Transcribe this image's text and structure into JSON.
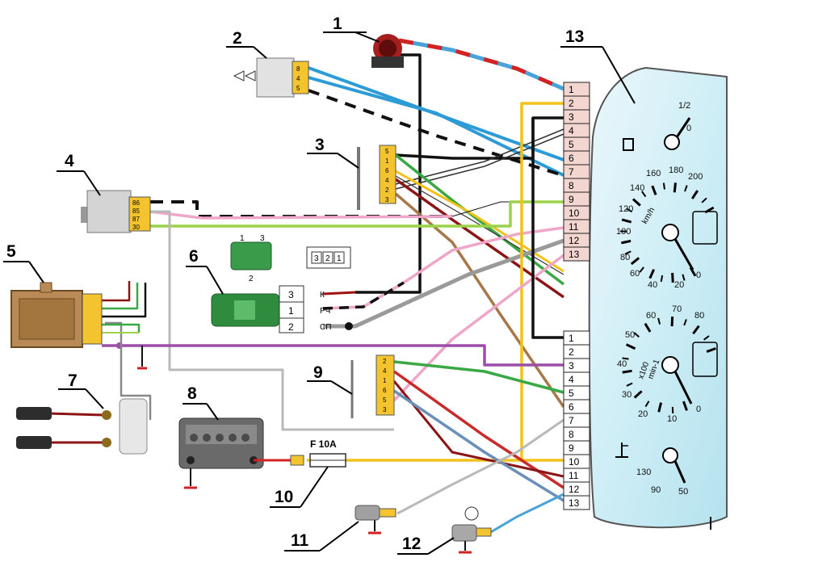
{
  "callouts": [
    "1",
    "2",
    "3",
    "4",
    "5",
    "6",
    "7",
    "8",
    "9",
    "10",
    "11",
    "12",
    "13"
  ],
  "fuse_label": "F 10A",
  "connector_6": {
    "top_pins": [
      "1",
      "3"
    ],
    "bottom_pin": "2",
    "plug_pins": [
      "3",
      "2",
      "1"
    ],
    "terminals": [
      {
        "pin": "3",
        "label": "К"
      },
      {
        "pin": "1",
        "label": "РЧ"
      },
      {
        "pin": "2",
        "label": "СП"
      }
    ]
  },
  "cluster_upper_pins": [
    "1",
    "2",
    "3",
    "4",
    "5",
    "6",
    "7",
    "8",
    "9",
    "10",
    "11",
    "12",
    "13"
  ],
  "cluster_lower_pins": [
    "1",
    "2",
    "3",
    "4",
    "5",
    "6",
    "7",
    "8",
    "9",
    "10",
    "11",
    "12",
    "13"
  ],
  "component_3_pins": [
    "5",
    "1",
    "6",
    "4",
    "2",
    "3"
  ],
  "component_9_pins": [
    "2",
    "4",
    "1",
    "6",
    "5",
    "3"
  ],
  "component_4_pins": [
    "86",
    "85",
    "87",
    "30"
  ],
  "component_2_pins": [
    "8",
    "4",
    "5"
  ],
  "speedometer": {
    "scale": [
      "0",
      "20",
      "40",
      "60",
      "80",
      "100",
      "120",
      "140",
      "160",
      "180",
      "200"
    ],
    "unit": "km/h"
  },
  "tachometer": {
    "scale": [
      "0",
      "10",
      "20",
      "30",
      "40",
      "50",
      "60",
      "70",
      "80"
    ],
    "unit_line1": "x100",
    "unit_line2": "min-1"
  },
  "fuel_gauge": {
    "scale": [
      "0",
      "1/2"
    ]
  },
  "temp_gauge": {
    "scale": [
      "50",
      "90",
      "130"
    ]
  }
}
